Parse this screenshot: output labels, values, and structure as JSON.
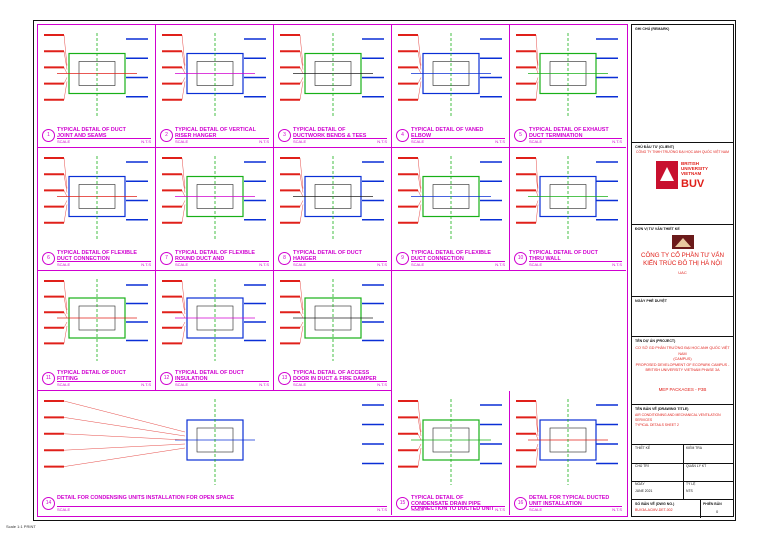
{
  "details": [
    {
      "num": "1",
      "title": "Typical detail of duct joint and seams",
      "scale": "SCALE",
      "ns": "N.T.S"
    },
    {
      "num": "2",
      "title": "Typical detail of vertical riser hanger",
      "scale": "SCALE",
      "ns": "N.T.S"
    },
    {
      "num": "3",
      "title": "Typical detail of ductwork bends & tees",
      "scale": "SCALE",
      "ns": "N.T.S"
    },
    {
      "num": "4",
      "title": "Typical detail of vaned elbow",
      "scale": "SCALE",
      "ns": "N.T.S"
    },
    {
      "num": "5",
      "title": "Typical detail of exhaust duct termination",
      "scale": "SCALE",
      "ns": "N.T.S"
    },
    {
      "num": "6",
      "title": "Typical detail of flexible duct connection",
      "scale": "SCALE",
      "ns": "N.T.S"
    },
    {
      "num": "7",
      "title": "Typical detail of flexible round duct and",
      "scale": "SCALE",
      "ns": "N.T.S"
    },
    {
      "num": "8",
      "title": "Typical detail of duct hanger",
      "scale": "SCALE",
      "ns": "N.T.S"
    },
    {
      "num": "9",
      "title": "Typical detail of flexible duct connection",
      "scale": "SCALE",
      "ns": "N.T.S"
    },
    {
      "num": "10",
      "title": "Typical detail of duct thru wall",
      "scale": "SCALE",
      "ns": "N.T.S"
    },
    {
      "num": "11",
      "title": "Typical detail of duct fitting",
      "scale": "SCALE",
      "ns": "N.T.S"
    },
    {
      "num": "12",
      "title": "Typical detail of duct insulation",
      "scale": "SCALE",
      "ns": "N.T.S"
    },
    {
      "num": "13",
      "title": "Typical detail of access door in duct & fire damper",
      "scale": "SCALE",
      "ns": "N.T.S"
    },
    {
      "num": "14",
      "title": "Detail for condensing units installation for open space",
      "scale": "SCALE",
      "ns": "N.T.S"
    },
    {
      "num": "15",
      "title": "Typical detail of condensate drain pipe connection to ducted unit",
      "scale": "SCALE",
      "ns": "N.T.S"
    },
    {
      "num": "16",
      "title": "Detail for typical ducted unit installation",
      "scale": "SCALE",
      "ns": "N.T.S"
    }
  ],
  "title_block": {
    "revision": "GHI CHÚ (REMARK)",
    "owner_label": "CHỦ ĐẦU TƯ (CLIENT)",
    "owner": "CÔNG TY TNHH TRƯỜNG ĐẠI HỌC ANH QUỐC VIỆT NAM",
    "logo_line1": "BRITISH",
    "logo_line2": "UNIVERSITY",
    "logo_line3": "VIETNAM",
    "logo_mark": "BUV",
    "consultant_label": "ĐƠN VỊ TƯ VẤN THIẾT KẾ",
    "consultant_line1": "CÔNG TY CỔ PHẦN TƯ VẤN",
    "consultant_line2": "KIẾN TRÚC ĐÔ THỊ HÀ NỘI",
    "consultant_short": "UAC",
    "approval": "NGÀY PHÊ DUYỆT",
    "project_label": "TÊN DỰ ÁN (PROJECT)",
    "project_line1": "CƠ SỞ GD PHÂN TRƯỜNG ĐẠI HỌC ANH QUỐC VIỆT NAM",
    "project_line2": "(CAMPUS)",
    "project_line3": "PROPOSED DEVELOPMENT OF ECOPARK CAMPUS -",
    "project_line4": "BRITISH UNIVERSITY VIETNAM PHASE 3A",
    "package": "MEP PACKAGES - P3B",
    "drawing_title_label": "TÊN BẢN VẼ (DRAWING TITLE)",
    "drawing_title": "AIR CONDITIONING AND MECHANICAL VENTILATION SERVICES",
    "drawing_title_2": "TYPICAL DETAILS SHEET 2",
    "rows": [
      "THIẾT KẾ",
      "KIỂM TRA",
      "CHỦ TRÌ",
      "QUẢN LÝ KT",
      "NGÀY",
      "TỶ LỆ"
    ],
    "date": "JUNE 2021",
    "scale": "NTS",
    "dwg_no_label": "SỐ BẢN VẼ (DWG NO.)",
    "dwg_no": "BUV3A-ACMV-DET-002",
    "rev_label": "PHIÊN BẢN",
    "rev": "0"
  },
  "footer": "Scale 1:1  PRINT"
}
